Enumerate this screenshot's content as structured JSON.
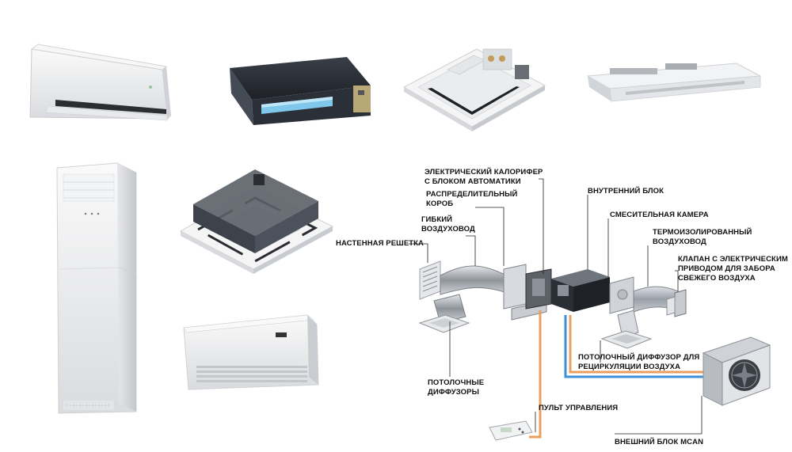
{
  "labels": {
    "heater_line1": "ЭЛЕКТРИЧЕСКИЙ КАЛОРИФЕР",
    "heater_line2": "С БЛОКОМ АВТОМАТИКИ",
    "distribution_line1": "РАСПРЕДЕЛИТЕЛЬНЫЙ",
    "distribution_line2": "КОРОБ",
    "flex_line1": "ГИБКИЙ",
    "flex_line2": "ВОЗДУХОВОД",
    "wall_grille": "НАСТЕННАЯ РЕШЕТКА",
    "ceiling_diffusers_line1": "ПОТОЛОЧНЫЕ",
    "ceiling_diffusers_line2": "ДИФФУЗОРЫ",
    "indoor_unit": "ВНУТРЕННИЙ БЛОК",
    "mixing_chamber": "СМЕСИТЕЛЬНАЯ КАМЕРА",
    "insulated_line1": "ТЕРМОИЗОЛИРОВАННЫЙ",
    "insulated_line2": "ВОЗДУХОВОД",
    "valve_line1": "КЛАПАН С ЭЛЕКТРИЧЕСКИМ",
    "valve_line2": "ПРИВОДОМ ДЛЯ ЗАБОРА",
    "valve_line3": "СВЕЖЕГО ВОЗДУХА",
    "recirc_line1": "ПОТОЛОЧНЫЙ ДИФФУЗОР ДЛЯ",
    "recirc_line2": "РЕЦИРКУЛЯЦИИ ВОЗДУХА",
    "remote": "ПУЛЬТ УПРАВЛЕНИЯ",
    "outdoor_unit": "ВНЕШНИЙ БЛОК MCAN"
  },
  "colors": {
    "refrigerant_line": "#e8a060",
    "control_line": "#3f8fd8",
    "unit_white": "#f2f2f2",
    "unit_dark": "#2a2e36",
    "duct_grey": "#b8bcc2"
  }
}
